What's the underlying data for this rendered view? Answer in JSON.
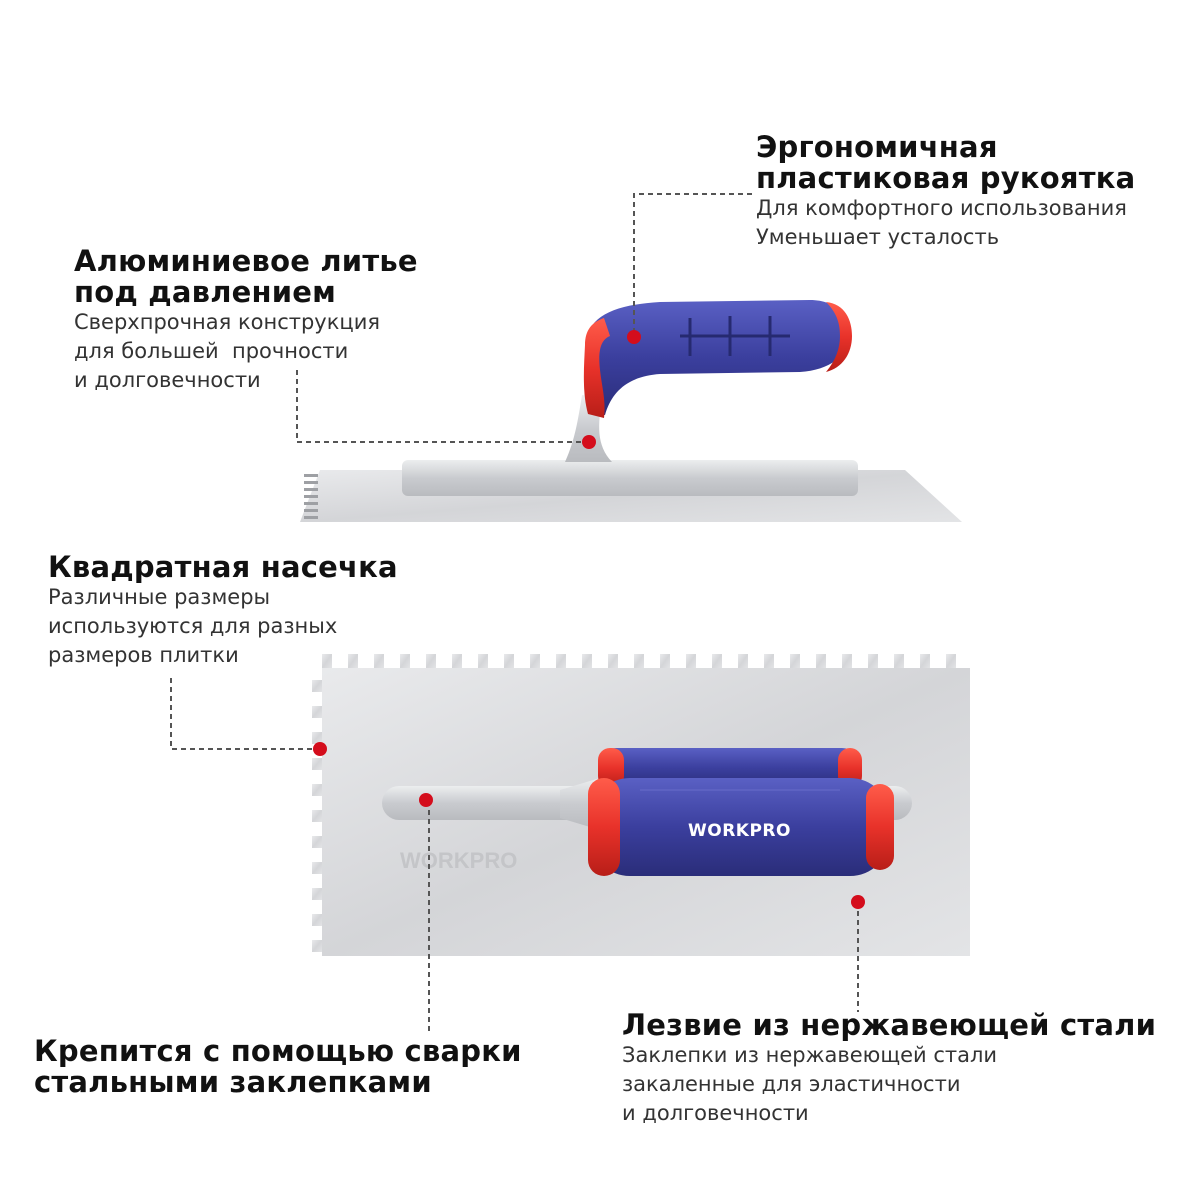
{
  "brand": {
    "logo_text": "WORKPRO"
  },
  "colors": {
    "accent_dot": "#d40d1c",
    "handle_blue": "#3b3f9e",
    "handle_red": "#e8322a",
    "steel": "#d9dadc"
  },
  "callouts": {
    "handle": {
      "title_lines": [
        "Эргономичная",
        "пластиковая рукоятка"
      ],
      "desc_lines": [
        "Для комфортного использования",
        "Уменьшает усталость"
      ]
    },
    "casting": {
      "title_lines": [
        "Алюминиевое литье",
        "под давлением"
      ],
      "desc_lines": [
        "Сверхпрочная конструкция",
        "для большей  прочности",
        "и долговечности"
      ]
    },
    "notch": {
      "title_lines": [
        "Квадратная насечка"
      ],
      "desc_lines": [
        "Различные размеры",
        "используются для разных",
        "размеров плитки"
      ]
    },
    "weld": {
      "title_lines": [
        "Крепится с помощью сварки",
        "стальными заклепками"
      ],
      "desc_lines": []
    },
    "blade": {
      "title_lines": [
        "Лезвие из нержавеющей стали"
      ],
      "desc_lines": [
        "Заклепки из нержавеющей стали",
        "закаленные для эластичности",
        "и долговечности"
      ]
    }
  }
}
